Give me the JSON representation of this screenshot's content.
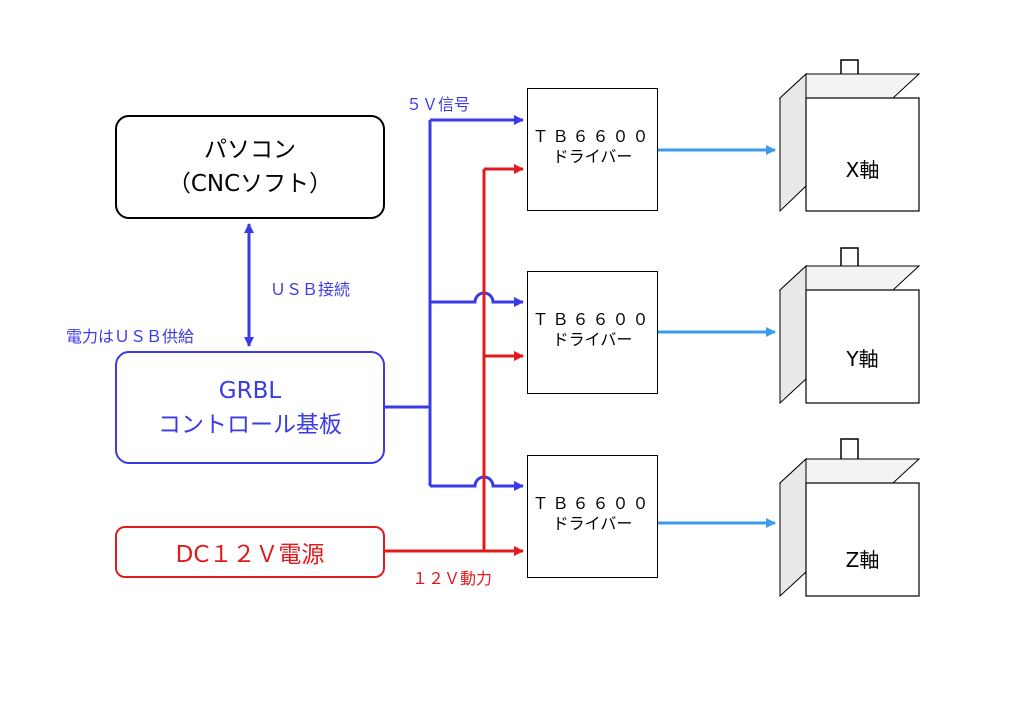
{
  "colors": {
    "signal": "#3a3ae6",
    "power": "#e01b1b",
    "drive": "#3d9be9",
    "motor_face": "#ffffff",
    "motor_side": "#e8e8e8",
    "motor_top": "#f3f3f3"
  },
  "pc": {
    "line1": "パソコン",
    "line2": "（CNCソフト）"
  },
  "grbl": {
    "line1": "GRBL",
    "line2": "コントロール基板"
  },
  "power_supply": {
    "label": "DC１２Ｖ電源"
  },
  "labels": {
    "usb": "ＵＳＢ接続",
    "usb_power": "電力はＵＳＢ供給",
    "signal_5v": "５Ｖ信号",
    "power_12v": "１２Ｖ動力"
  },
  "drivers": [
    {
      "line1": "ＴＢ６６００",
      "line2": "ドライバー"
    },
    {
      "line1": "ＴＢ６６００",
      "line2": "ドライバー"
    },
    {
      "line1": "ＴＢ６６００",
      "line2": "ドライバー"
    }
  ],
  "motors": [
    {
      "label": "X軸",
      "icon": "stepper-motor-icon"
    },
    {
      "label": "Y軸",
      "icon": "stepper-motor-icon"
    },
    {
      "label": "Z軸",
      "icon": "stepper-motor-icon"
    }
  ]
}
